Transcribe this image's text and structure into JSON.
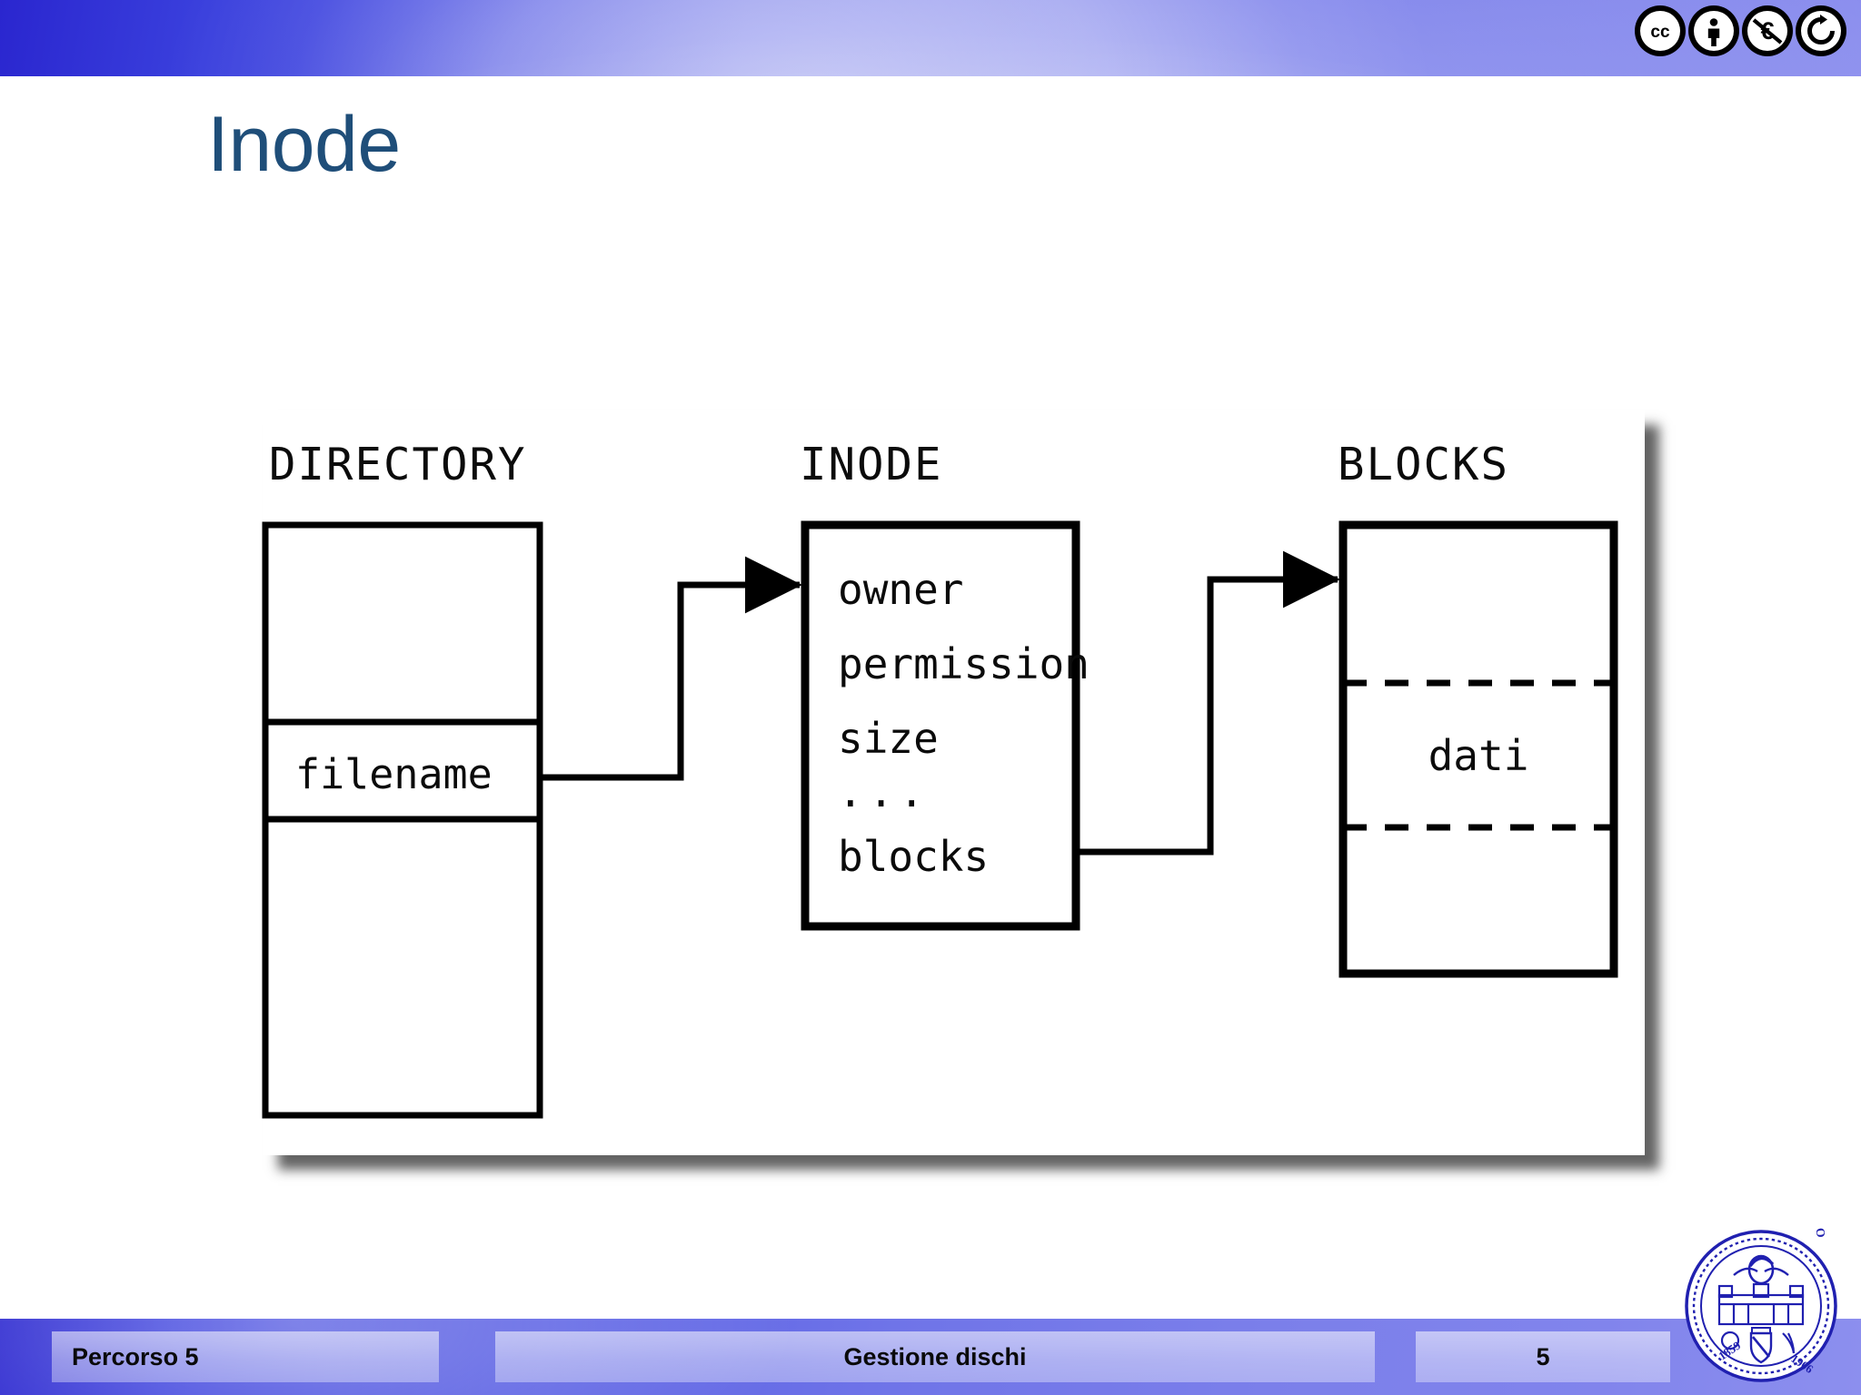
{
  "slide": {
    "title": "Inode",
    "title_color": "#1f4e79",
    "background_color": "#ffffff"
  },
  "header": {
    "license_icons": [
      {
        "name": "cc-icon",
        "label": "CC"
      },
      {
        "name": "by-icon",
        "label": "BY"
      },
      {
        "name": "nc-icon",
        "label": "NC"
      },
      {
        "name": "sa-icon",
        "label": "SA"
      }
    ],
    "gradient_from": "#2a26cf",
    "gradient_to": "#8c8fee"
  },
  "diagram": {
    "columns": [
      {
        "heading": "DIRECTORY"
      },
      {
        "heading": "INODE"
      },
      {
        "heading": "BLOCKS"
      }
    ],
    "directory": {
      "heading": "DIRECTORY",
      "entry_label": "filename"
    },
    "inode": {
      "heading": "INODE",
      "fields": [
        "owner",
        "permission",
        "size",
        "...",
        "blocks"
      ]
    },
    "blocks": {
      "heading": "BLOCKS",
      "data_label": "dati"
    },
    "arrows": [
      {
        "name": "directory-to-inode-arrow",
        "from": "filename",
        "to": "INODE"
      },
      {
        "name": "inode-to-blocks-arrow",
        "from": "blocks",
        "to": "BLOCKS"
      }
    ],
    "stroke_color": "#000000"
  },
  "footer": {
    "left_label": "Percorso 5",
    "center_label": "Gestione dischi",
    "page_number": "5",
    "logo_alt": "POLITECNICO DI TORINO"
  }
}
